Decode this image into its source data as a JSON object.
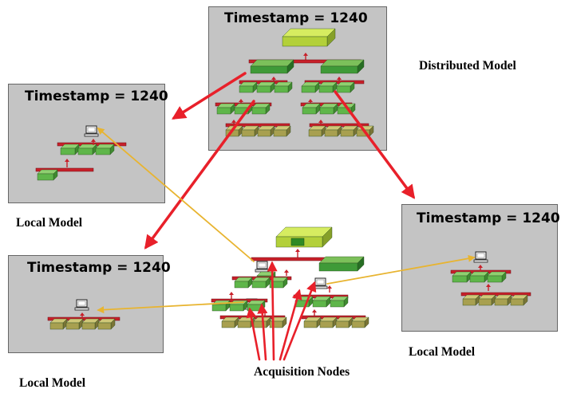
{
  "panels": {
    "distributed": {
      "timestamp": "Timestamp = 1240"
    },
    "local_top_left": {
      "timestamp": "Timestamp = 1240"
    },
    "local_right": {
      "timestamp": "Timestamp = 1240"
    },
    "local_bottom_left": {
      "timestamp": "Timestamp = 1240"
    }
  },
  "labels": {
    "distributed_model": "Distributed Model",
    "local_model_left": "Local  Model",
    "local_model_right": "Local  Model",
    "local_model_bottom": "Local  Model",
    "acquisition_nodes": "Acquisition  Nodes"
  },
  "colors": {
    "panel": "#c4c4c4",
    "red_arrow": "#e8202a",
    "yellow_arrow": "#e8b430",
    "node_green": "#5fb64a",
    "node_olive": "#a8a050",
    "bus": "#c8202a"
  }
}
